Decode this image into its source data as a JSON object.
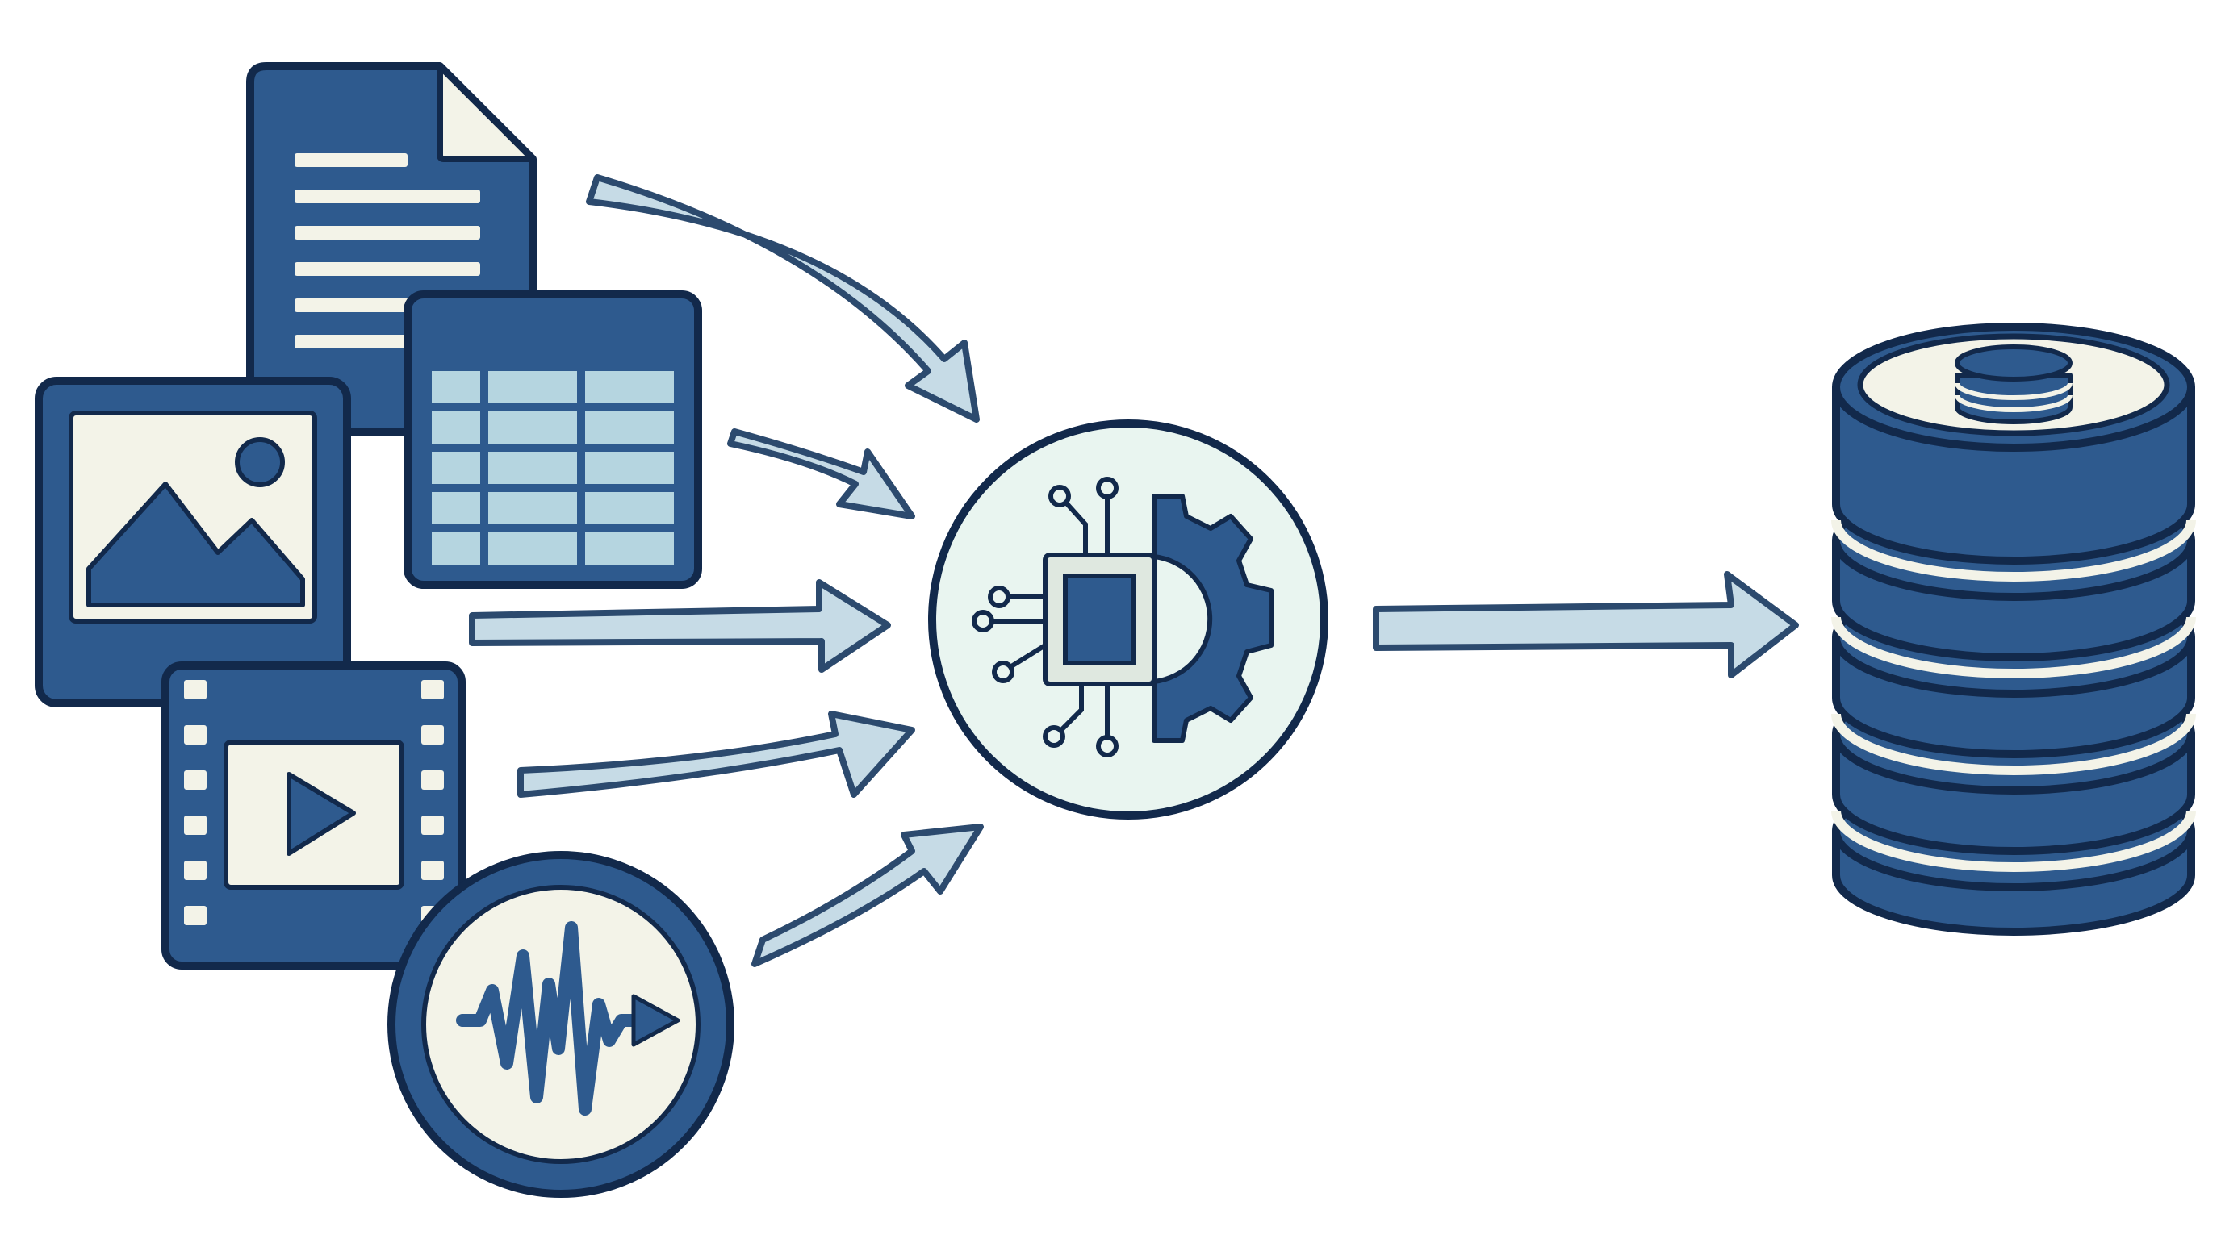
{
  "diagram": {
    "inputs": [
      {
        "id": "document",
        "icon": "document-icon"
      },
      {
        "id": "spreadsheet",
        "icon": "spreadsheet-icon"
      },
      {
        "id": "image",
        "icon": "image-icon"
      },
      {
        "id": "video",
        "icon": "video-icon"
      },
      {
        "id": "audio",
        "icon": "audio-waveform-icon"
      }
    ],
    "processor": {
      "icon": "ai-chip-gear-icon"
    },
    "output": {
      "icon": "database-icon"
    },
    "colors": {
      "primary": "#2e5a8e",
      "outline": "#12294b",
      "light": "#f3f3e8",
      "arrow_fill": "#c6dbe6",
      "arrow_stroke": "#2c4a6e",
      "table_cell": "#b5d5e0",
      "hub_fill": "#e9f5f0"
    }
  }
}
